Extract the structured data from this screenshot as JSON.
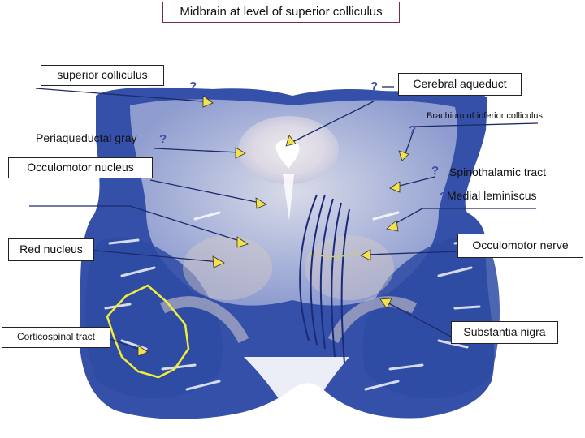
{
  "title": "Midbrain at level of superior colliculus",
  "unknown_marker": "?",
  "labels": {
    "superior_colliculus": "superior colliculus",
    "cerebral_aqueduct": "Cerebral aqueduct",
    "brachium_inferior_colliculus": "Brachium of inferior colliculus",
    "periaqueductal_gray": "Periaqueductal gray",
    "occulomotor_nucleus": "Occulomotor nucleus",
    "spinothalamic_tract": "Spinothalamic tract",
    "medial_leminiscus": "Medial leminiscus",
    "red_nucleus": "Red nucleus",
    "occulomotor_nerve": "Occulomotor nerve",
    "corticospinal_tract": "Corticospinal tract",
    "substantia_nigra": "Substantia nigra"
  },
  "colors": {
    "stain_dark": "#2f4aa0",
    "stain_light": "#c9cde0",
    "leader_line": "#1d2a6b",
    "arrow_fill": "#f3e24a",
    "outline_highlight": "#f2ee38",
    "question_mark": "#3b4fa6"
  }
}
